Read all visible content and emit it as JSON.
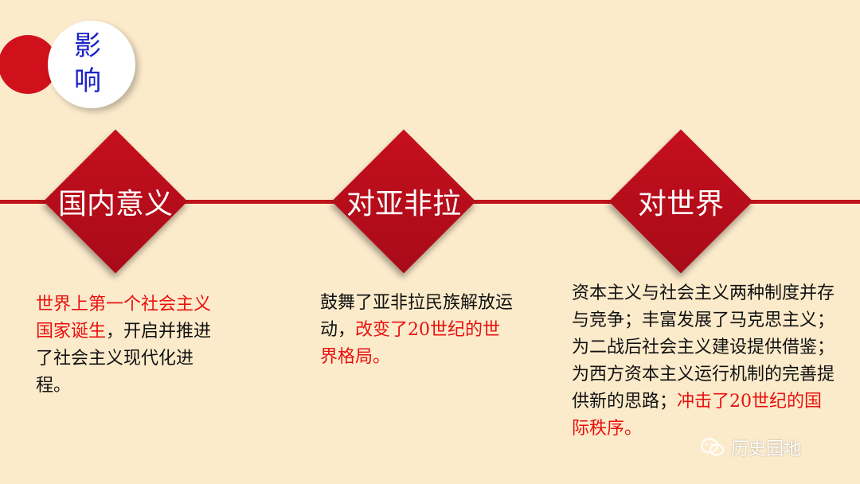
{
  "title": {
    "line1": "影",
    "line2": "响"
  },
  "items": [
    {
      "label": "国内意义",
      "desc_red": "世界上第一个社会主义国家诞生",
      "desc_black": "，开启并推进了社会主义现代化进程。"
    },
    {
      "label": "对亚非拉",
      "desc_black": "鼓舞了亚非拉民族解放运动，",
      "desc_red": "改变了20世纪的世界格局。"
    },
    {
      "label": "对世界",
      "desc_black": "资本主义与社会主义两种制度并存与竞争；丰富发展了马克思主义；为二战后社会主义建设提供借鉴；为西方资本主义运行机制的完善提供新的思路；",
      "desc_red": "冲击了20世纪的国际秩序。"
    }
  ],
  "watermark": {
    "text": "历史园地",
    "icon": "wechat-icon"
  },
  "colors": {
    "background": "#fcebcb",
    "accent": "#c1131c",
    "highlight": "#e8100f",
    "title_text": "#1a22c8"
  }
}
